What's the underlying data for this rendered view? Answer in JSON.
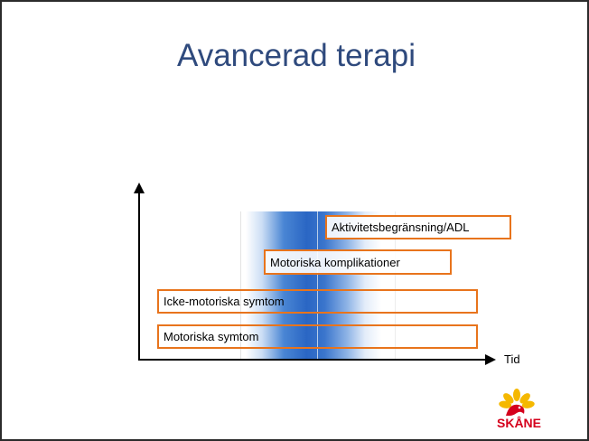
{
  "slide": {
    "title": "Avancerad terapi"
  },
  "diagram": {
    "x_axis_label": "Tid",
    "boxes": [
      {
        "id": "adl",
        "label": "Aktivitetsbegränsning/ADL"
      },
      {
        "id": "motoriska_komplikationer",
        "label": "Motoriska komplikationer"
      },
      {
        "id": "icke_motoriska_symtom",
        "label": "Icke-motoriska symtom"
      },
      {
        "id": "motoriska_symtom",
        "label": "Motoriska symtom"
      }
    ],
    "colors": {
      "box_border": "#e8741c",
      "band": "#2a66c4",
      "title": "#2f4a7d"
    }
  },
  "logo": {
    "name": "Region Skåne",
    "text": "SKÅNE",
    "colors": {
      "sun": "#f5b800",
      "red": "#d5001c"
    }
  }
}
